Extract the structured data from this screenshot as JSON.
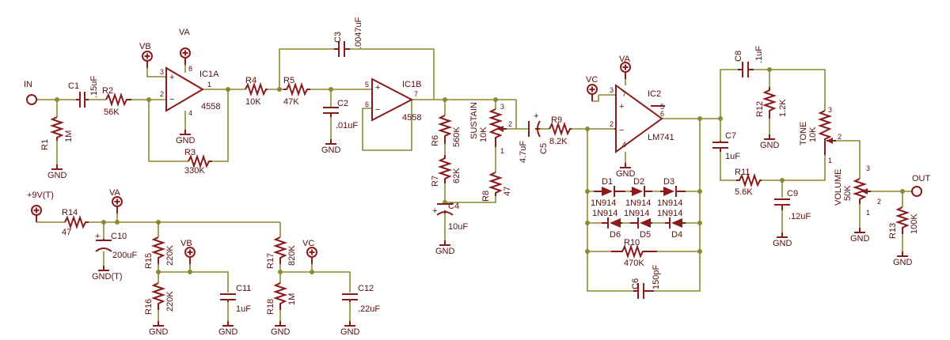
{
  "title": "",
  "nets": {
    "in": "IN",
    "out": "OUT",
    "va": "VA",
    "vb": "VB",
    "vc": "VC",
    "gnd": "GND",
    "gndt": "GND(T)",
    "p9v": "+9V(T)"
  },
  "parts": {
    "r1": {
      "ref": "R1",
      "val": "1M"
    },
    "r2": {
      "ref": "R2",
      "val": "56K"
    },
    "r3": {
      "ref": "R3",
      "val": "330K"
    },
    "r4": {
      "ref": "R4",
      "val": "10K"
    },
    "r5": {
      "ref": "R5",
      "val": "47K"
    },
    "r6": {
      "ref": "R6",
      "val": "560K"
    },
    "r7": {
      "ref": "R7",
      "val": "62K"
    },
    "r8": {
      "ref": "R8",
      "val": "47"
    },
    "r9": {
      "ref": "R9",
      "val": "8.2K"
    },
    "r10": {
      "ref": "R10",
      "val": "470K"
    },
    "r11": {
      "ref": "R11",
      "val": "5.6K"
    },
    "r12": {
      "ref": "R12",
      "val": "1.2K"
    },
    "r13": {
      "ref": "R13",
      "val": "100K"
    },
    "r14": {
      "ref": "R14",
      "val": "47"
    },
    "r15": {
      "ref": "R15",
      "val": "220K"
    },
    "r16": {
      "ref": "R16",
      "val": "220K"
    },
    "r17": {
      "ref": "R17",
      "val": "820K"
    },
    "r18": {
      "ref": "R18",
      "val": "1M"
    },
    "c1": {
      "ref": "C1",
      "val": ".15uF"
    },
    "c2": {
      "ref": "C2",
      "val": ".01uF"
    },
    "c3": {
      "ref": "C3",
      "val": ".0047uF"
    },
    "c4": {
      "ref": "C4",
      "val": "10uF"
    },
    "c5": {
      "ref": "C5",
      "val": "4.7uF"
    },
    "c6": {
      "ref": "C6",
      "val": "150pF"
    },
    "c7": {
      "ref": "C7",
      "val": "1uF"
    },
    "c8": {
      "ref": "C8",
      "val": ".1uF"
    },
    "c9": {
      "ref": "C9",
      "val": ".12uF"
    },
    "c10": {
      "ref": "C10",
      "val": "200uF"
    },
    "c11": {
      "ref": "C11",
      "val": "1uF"
    },
    "c12": {
      "ref": "C12",
      "val": ".22uF"
    },
    "ic1a": {
      "ref": "IC1A",
      "val": "4558"
    },
    "ic1b": {
      "ref": "IC1B",
      "val": "4558"
    },
    "ic2": {
      "ref": "IC2",
      "val": "LM741"
    },
    "sustain": {
      "name": "SUSTAIN",
      "val": "10K"
    },
    "tone": {
      "name": "TONE",
      "val": "10K"
    },
    "volume": {
      "name": "VOLUME",
      "val": "50K"
    },
    "diodes": [
      {
        "ref": "D1",
        "val": "1N914"
      },
      {
        "ref": "D2",
        "val": "1N914"
      },
      {
        "ref": "D3",
        "val": "1N914"
      },
      {
        "ref": "D4",
        "val": "1N914"
      },
      {
        "ref": "D5",
        "val": "1N914"
      },
      {
        "ref": "D6",
        "val": "1N914"
      }
    ]
  },
  "pins": {
    "p1": "1",
    "p2": "2",
    "p3": "3",
    "p4": "4",
    "p5": "5",
    "p6": "6",
    "p7": "7",
    "p8": "8",
    "plus": "+",
    "minus": "−"
  }
}
